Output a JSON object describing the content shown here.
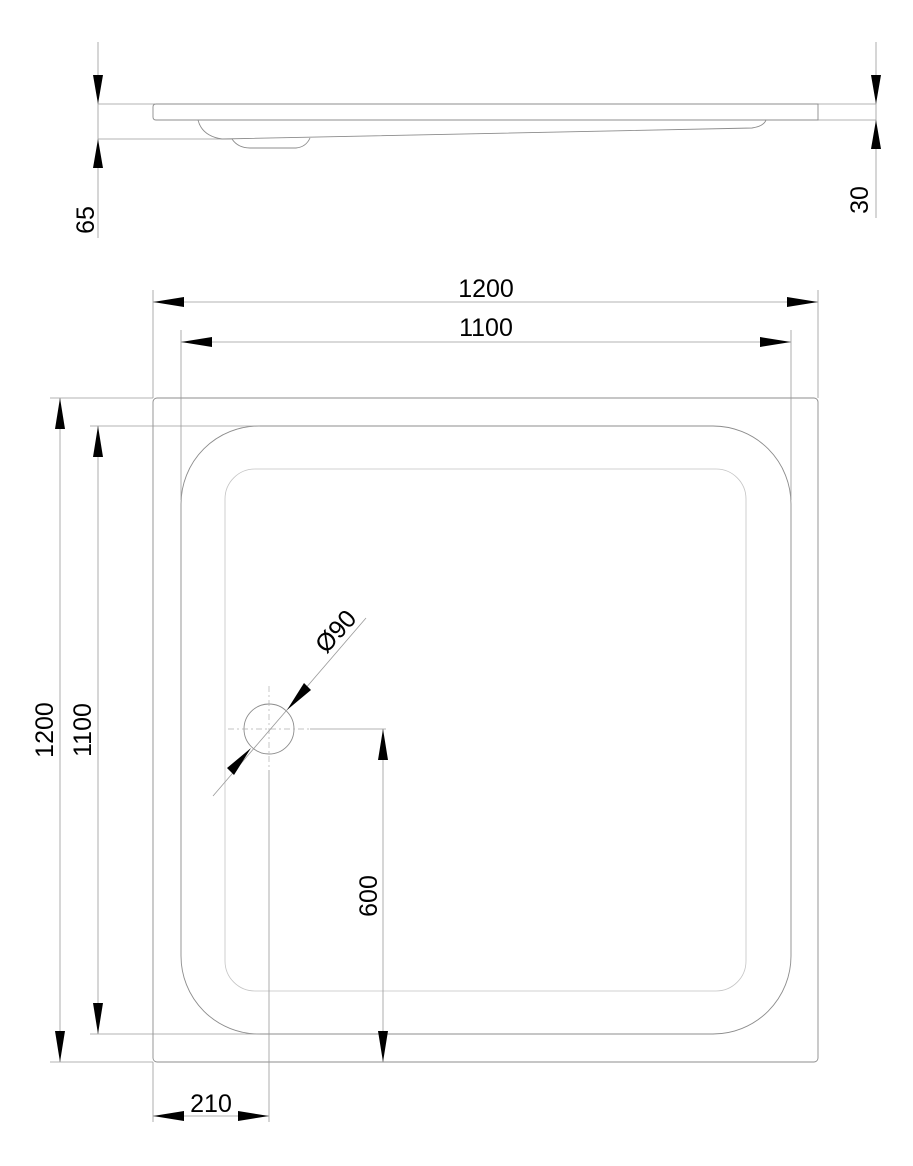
{
  "dimensions": {
    "base_height": "65",
    "rim_height": "30",
    "outer_width": "1200",
    "inner_width": "1100",
    "outer_length": "1200",
    "inner_length": "1100",
    "drain_diameter": "Ø90",
    "drain_from_bottom": "600",
    "drain_from_left": "210"
  },
  "colors": {
    "line": "#9a9a9a",
    "text": "#000000"
  }
}
